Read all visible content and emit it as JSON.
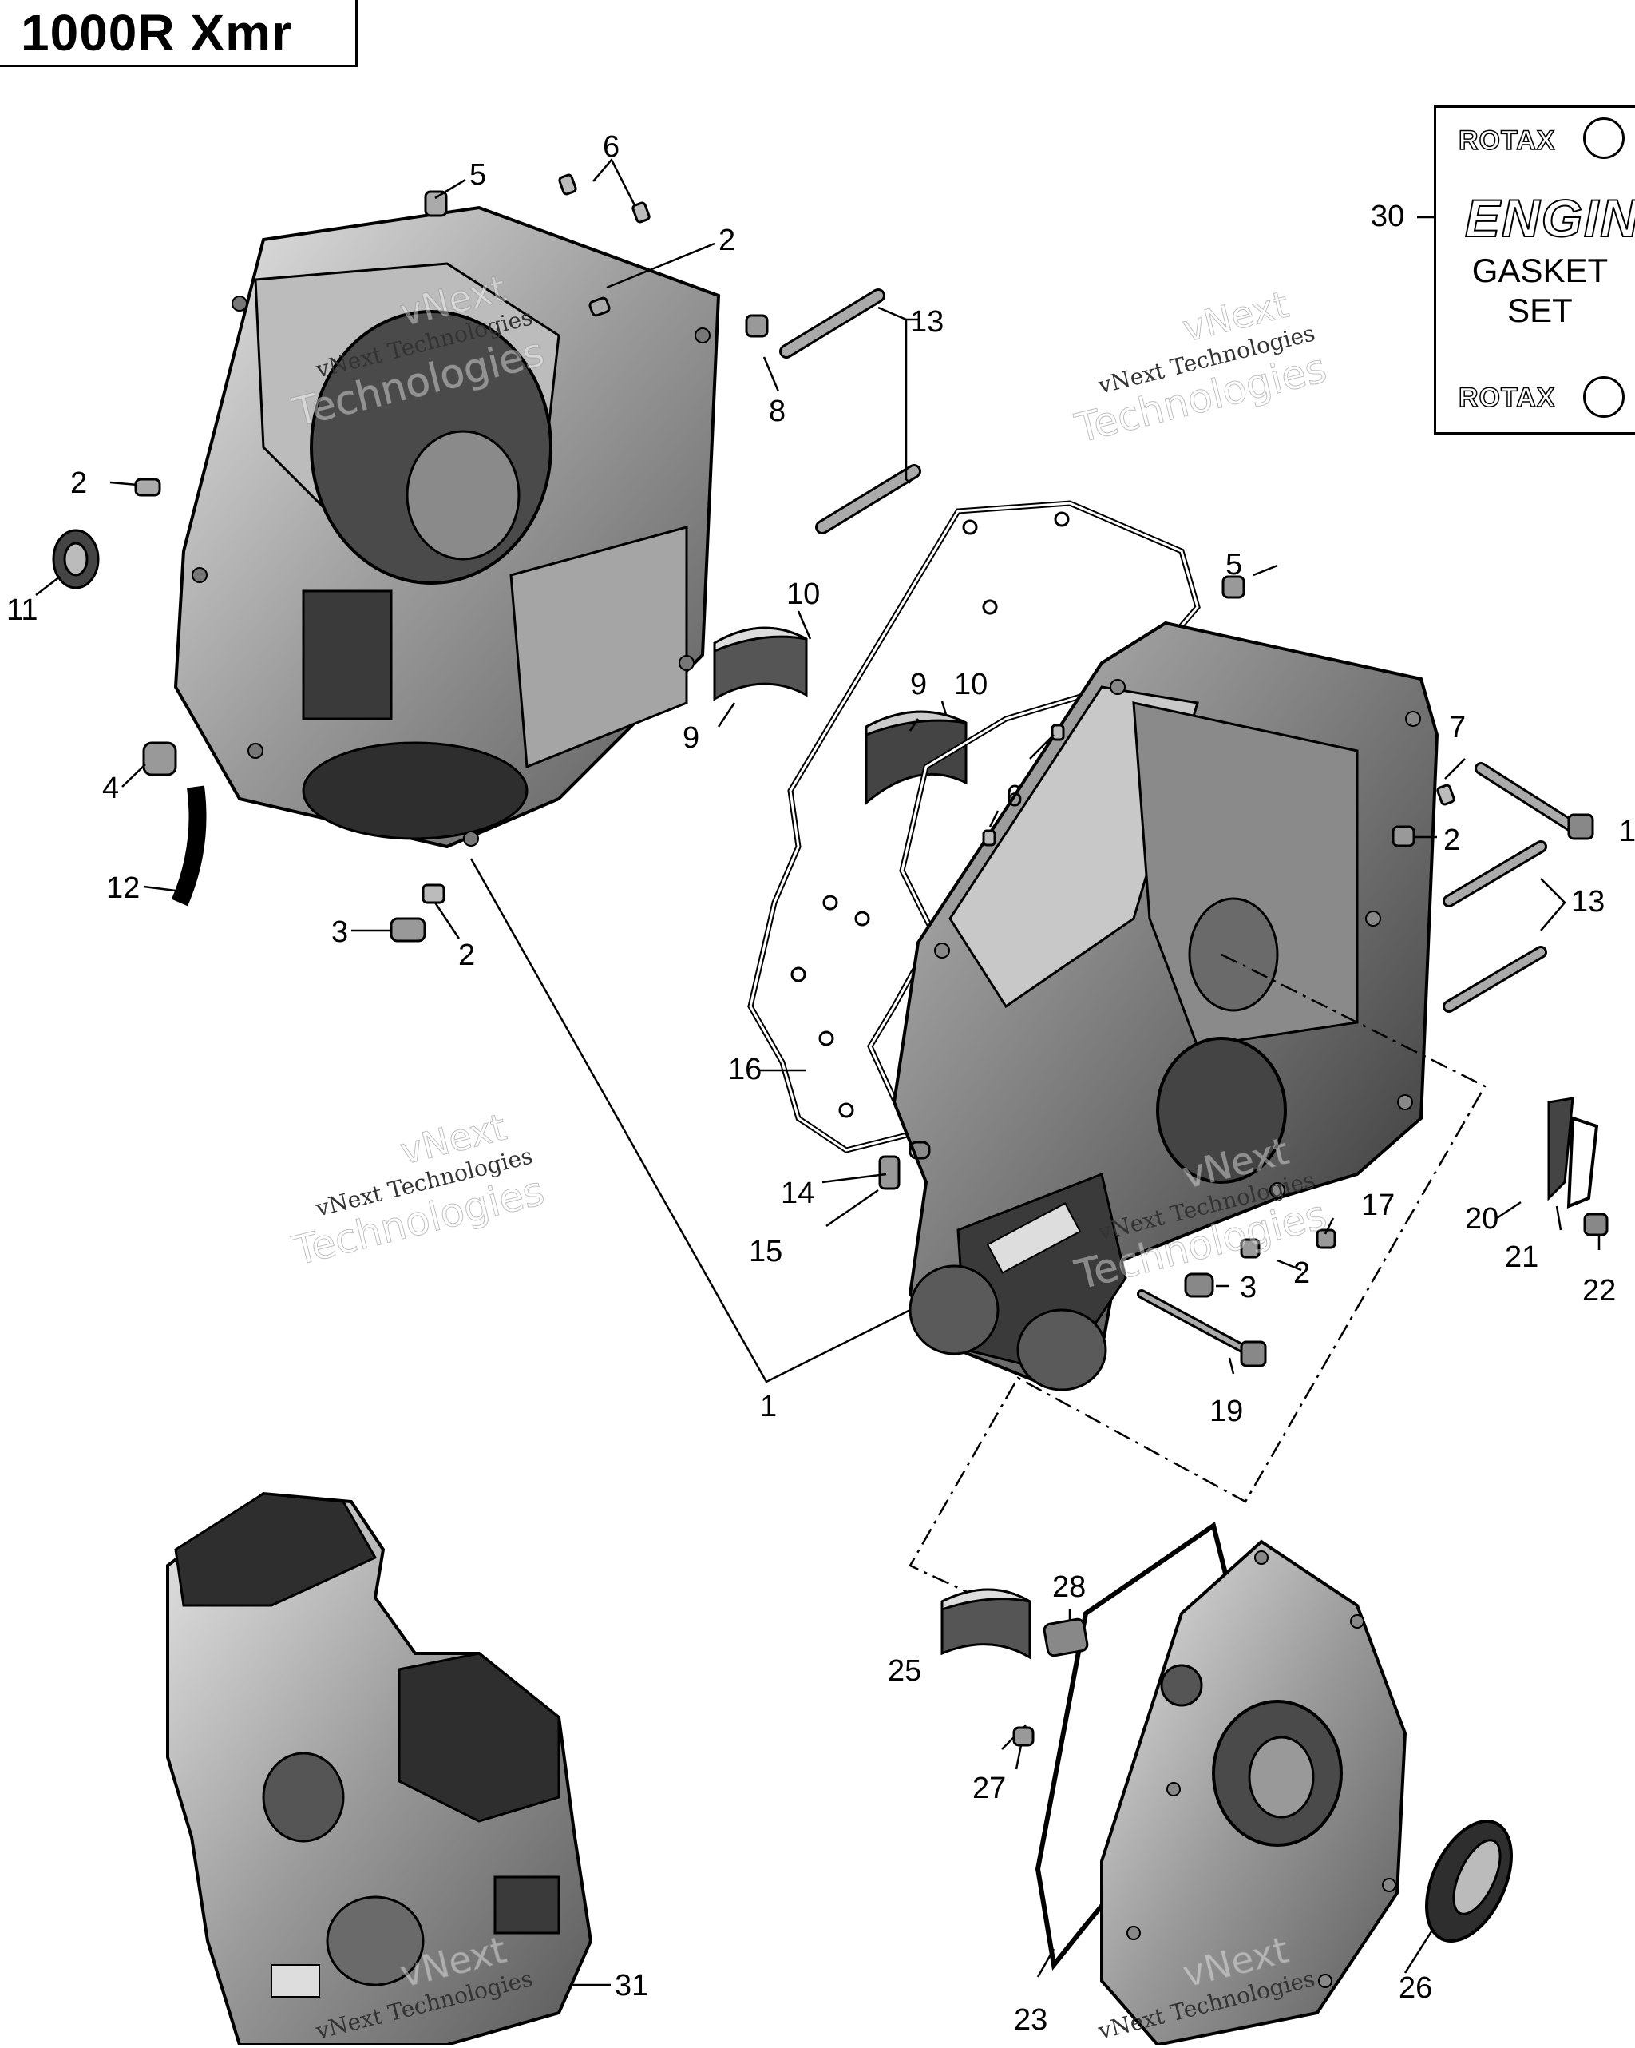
{
  "model_title": "1000R Xmr",
  "kit": {
    "brand_top": "ROTAX",
    "brand_bottom": "ROTAX",
    "line1": "ENGINE",
    "line2": "GASKET",
    "line3": "SET"
  },
  "watermark": {
    "line1": "vNext",
    "line2": "vNext Technologies",
    "line3": "Technologies"
  },
  "callouts": {
    "c1": "1",
    "c2a": "2",
    "c2b": "2",
    "c2c": "2",
    "c2d": "2",
    "c2e": "2",
    "c3a": "3",
    "c3b": "3",
    "c4": "4",
    "c5a": "5",
    "c5b": "5",
    "c6a": "6",
    "c6b": "6",
    "c7": "7",
    "c8": "8",
    "c9a": "9",
    "c9b": "9",
    "c10a": "10",
    "c10b": "10",
    "c11": "11",
    "c12": "12",
    "c13a": "13",
    "c13b": "13",
    "c14": "14",
    "c15": "15",
    "c16": "16",
    "c17": "17",
    "c18": "1",
    "c19": "19",
    "c20": "20",
    "c21": "21",
    "c22": "22",
    "c23": "23",
    "c25": "25",
    "c26": "26",
    "c27": "27",
    "c28": "28",
    "c30": "30",
    "c31": "31"
  }
}
